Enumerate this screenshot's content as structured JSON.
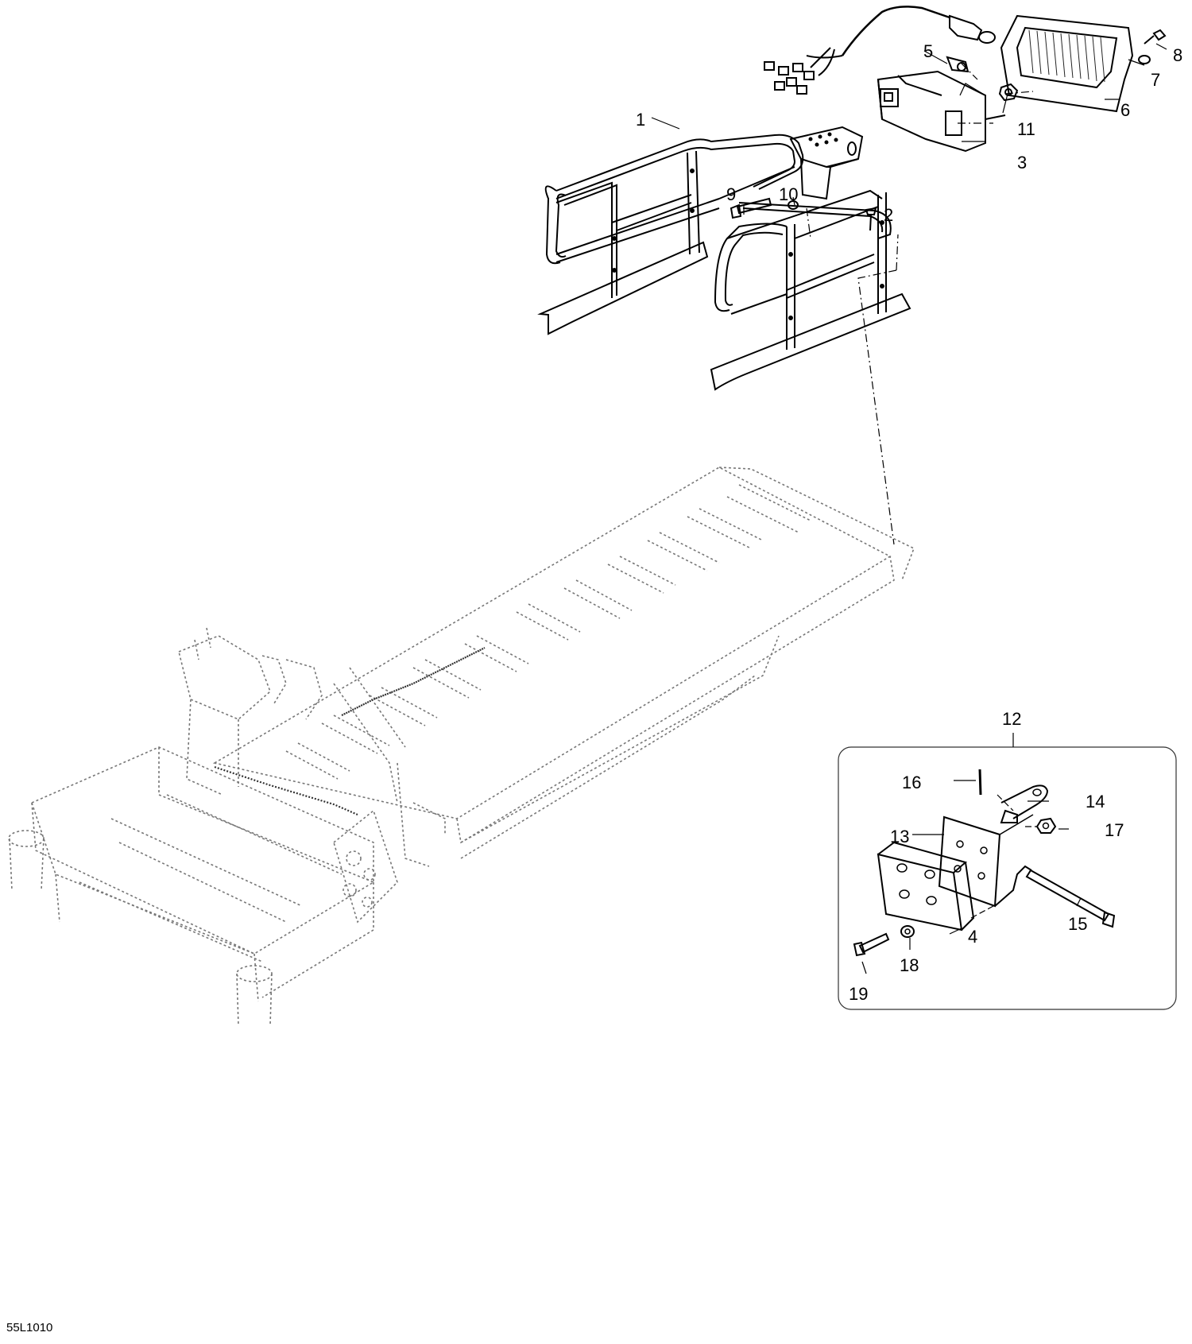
{
  "diagram": {
    "reference_code": "55L1010",
    "callouts": {
      "c1": "1",
      "c2": "2",
      "c3": "3",
      "c4": "4",
      "c5": "5",
      "c6": "6",
      "c7": "7",
      "c8": "8",
      "c9": "9",
      "c10": "10",
      "c11": "11",
      "c12": "12",
      "c13": "13",
      "c14": "14",
      "c15": "15",
      "c16": "16",
      "c17": "17",
      "c18": "18",
      "c19": "19"
    },
    "parts": [
      "rear-rack",
      "rack-screw",
      "taillight-housing",
      "hitch-bumper-pad",
      "bulb",
      "taillight-lens",
      "lens-washer",
      "lens-screw",
      "rack-bolt",
      "rack-washer",
      "housing-nut",
      "hitch-kit",
      "hitch-plate",
      "hitch-bracket",
      "hitch-pin",
      "cotter-pin",
      "hitch-nut",
      "hitch-washer",
      "hitch-bolt"
    ]
  }
}
